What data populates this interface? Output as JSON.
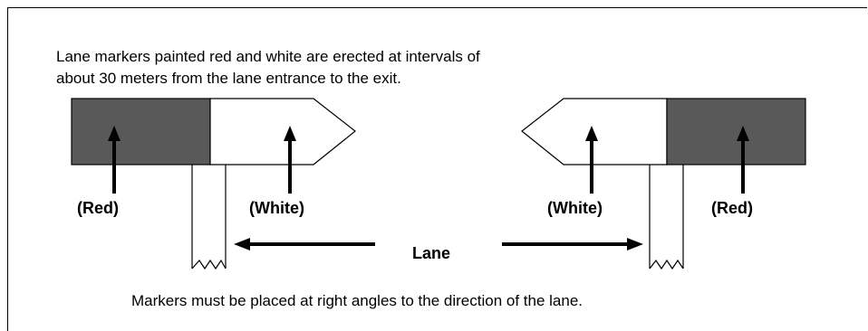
{
  "intro": {
    "line1": "Lane markers painted red and white are erected at intervals of",
    "line2": "about 30 meters from the lane entrance to the exit."
  },
  "labels": {
    "red_left": "(Red)",
    "white_left": "(White)",
    "white_right": "(White)",
    "red_right": "(Red)",
    "lane": "Lane"
  },
  "note": "Markers must be placed at right angles to the direction of the lane.",
  "colors": {
    "red_section": "#595959",
    "white_section": "#ffffff",
    "ink": "#000000"
  }
}
